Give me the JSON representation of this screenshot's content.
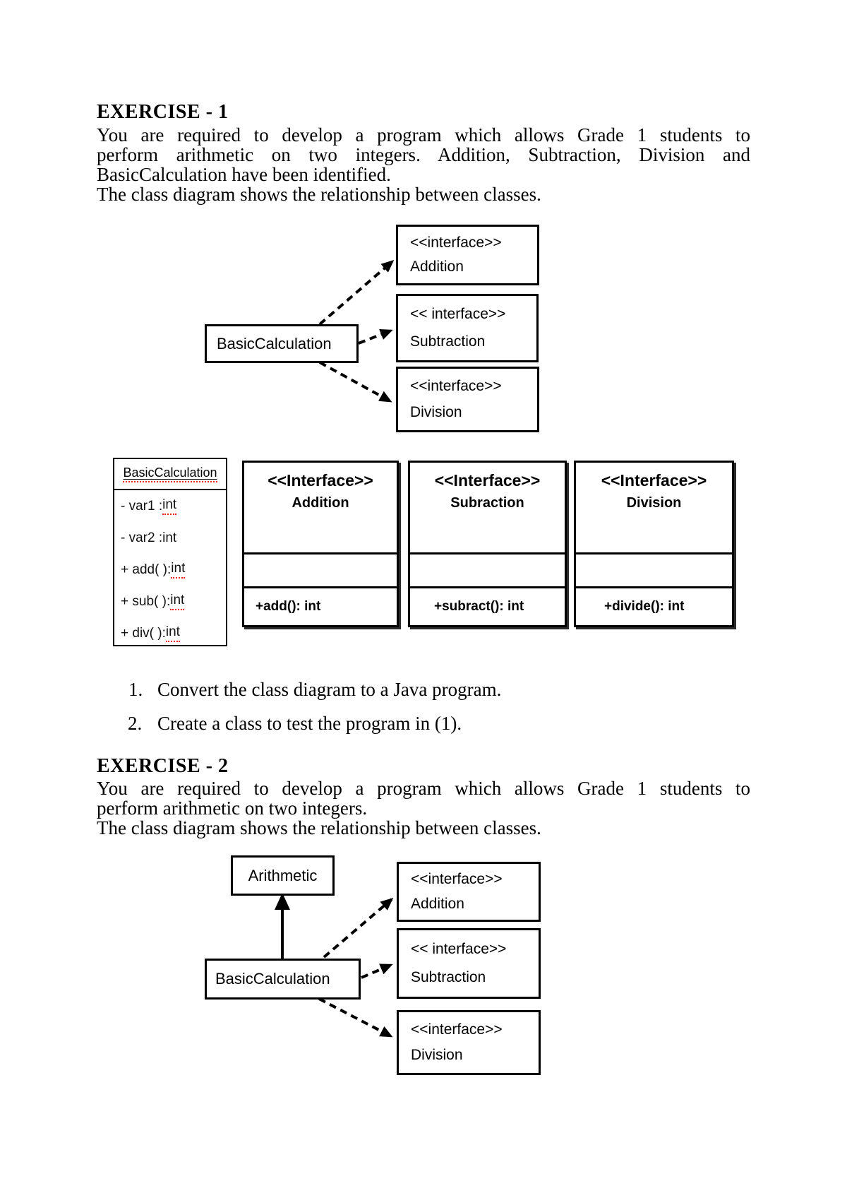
{
  "page": {
    "background": "#ffffff",
    "text_color": "#000000"
  },
  "colors": {
    "squiggle_red": "#f02020",
    "box_border": "#000000"
  },
  "exercise1": {
    "heading": "EXERCISE - 1",
    "paragraph_lines": [
      "You are required to develop a program which allows Grade 1 students to",
      "perform arithmetic on two integers. Addition, Subtraction, Division and",
      "BasicCalculation have been identified.",
      "The class diagram shows the relationship between classes."
    ],
    "overview_diagram": {
      "class_name": "BasicCalculation",
      "interfaces": [
        {
          "stereotype": "<<interface>>",
          "name": "Addition"
        },
        {
          "stereotype": "<< interface>>",
          "name": "Subtraction"
        },
        {
          "stereotype": "<<interface>>",
          "name": "Division"
        }
      ]
    },
    "detail_diagram": {
      "class_box": {
        "title": "BasicCalculation",
        "members": [
          {
            "pre": "- var1 : ",
            "type": "int"
          },
          {
            "pre": "- var2 : ",
            "type": "int"
          },
          {
            "pre": "+ add( ): ",
            "type": "int"
          },
          {
            "pre": "+ sub( ): ",
            "type": "int"
          },
          {
            "pre": "+ div( ): ",
            "type": "int"
          }
        ]
      },
      "interfaces": [
        {
          "stereotype": "<<Interface>>",
          "name": "Addition",
          "method": "+add(): int"
        },
        {
          "stereotype": "<<Interface>>",
          "name": "Subraction",
          "method": "+subract(): int"
        },
        {
          "stereotype": "<<Interface>>",
          "name": "Division",
          "method": "+divide(): int"
        }
      ]
    },
    "tasks": [
      {
        "number": "1.",
        "text": "Convert the class diagram to a Java program."
      },
      {
        "number": "2.",
        "text": "Create a class to test the program in (1)."
      }
    ]
  },
  "exercise2": {
    "heading": "EXERCISE - 2",
    "paragraph_lines": [
      "You are required to develop a program which allows Grade 1 students to",
      "perform arithmetic on two integers.",
      "The class diagram shows the relationship between classes."
    ],
    "diagram": {
      "parent_class": "Arithmetic",
      "class_name": "BasicCalculation",
      "interfaces": [
        {
          "stereotype": "<<interface>>",
          "name": "Addition"
        },
        {
          "stereotype": "<< interface>>",
          "name": "Subtraction"
        },
        {
          "stereotype": "<<interface>>",
          "name": "Division"
        }
      ]
    }
  }
}
